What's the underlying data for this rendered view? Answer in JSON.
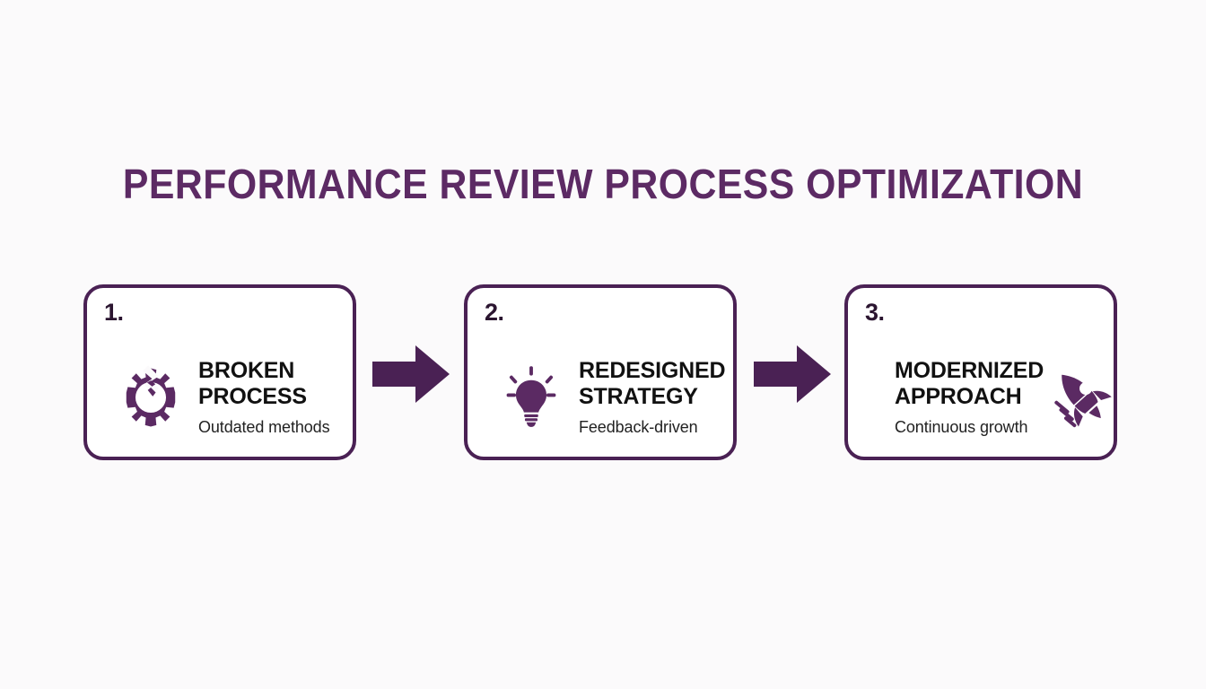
{
  "slide": {
    "title": "PERFORMANCE REVIEW PROCESS OPTIMIZATION",
    "background_color": "#fbfafb",
    "accent_color": "#5c2a64",
    "border_color": "#4a2154",
    "icon_color": "#5b2a63",
    "title_color": "#5c2a64",
    "heading_color": "#111111",
    "subtext_color": "#222222"
  },
  "steps": [
    {
      "number": "1.",
      "title_line1": "BROKEN",
      "title_line2": "PROCESS",
      "subtitle": "Outdated methods",
      "icon": "broken-gear-icon",
      "icon_position": "left"
    },
    {
      "number": "2.",
      "title_line1": "REDESIGNED",
      "title_line2": "STRATEGY",
      "subtitle": "Feedback-driven",
      "icon": "lightbulb-icon",
      "icon_position": "left"
    },
    {
      "number": "3.",
      "title_line1": "MODERNIZED",
      "title_line2": "APPROACH",
      "subtitle": "Continuous growth",
      "icon": "rocket-icon",
      "icon_position": "right"
    }
  ],
  "connectors": [
    {
      "name": "arrow-right-icon"
    },
    {
      "name": "arrow-right-icon"
    }
  ]
}
